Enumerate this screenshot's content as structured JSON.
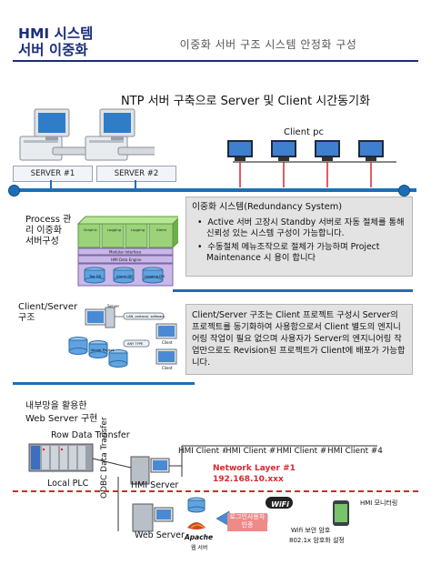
{
  "header": {
    "title_line1": "HMI 시스템",
    "title_line2": "서버 이중화",
    "subtitle": "이중화 서버 구조 시스템 안정화 구성"
  },
  "ntp": {
    "heading": "NTP 서버 구축으로  Server 및 Client 시간동기화",
    "client_pc_label": "Client  pc",
    "server1_label": "SERVER #1",
    "server2_label": "SERVER #2"
  },
  "redundancy": {
    "side_label": "Process 관\n리 이중화\n서버구성",
    "panel_title": "이중화 시스템(Redundancy System)",
    "bullets": [
      "Active 서버 고장시 Standby 서버로 자동 절체를 통해 신뢰성 있는 시스템 구성이 가능합니다.",
      "수동절체 메뉴조작으로  절체가 가능하며 Project Maintenance 시 용이 합니다"
    ],
    "diagram": {
      "engines": [
        "Graphic\nEngine",
        "Logging\nEngine",
        "Logging\nEngine",
        "Alarm\nEngine"
      ],
      "modular_interface": "Modular Interface",
      "data_engine": "HMI Data Engine",
      "dbs": [
        "Tag DB",
        "Alarm DB",
        "Logging DB"
      ]
    }
  },
  "client_server": {
    "side_label": "Client/Server\n구조",
    "panel_text": "Client/Server 구조는 Client 프로젝트 구성시 Server의 프로젝트를 동기화하여 사용함으로서 Client 별도의 엔지니어링 작업이 필요 없으며 사용자가 Server의 엔지니어링 작업만으로도 Revision된 프로젝트가 Client에 배포가 가능합니다.",
    "diagram_labels": [
      "Server",
      "LAN, protocol, software",
      "Client",
      "ANY TYPE",
      "Server\nProject",
      "Client"
    ]
  },
  "web": {
    "side_label": "내부망을 활용한\nWeb Server 구현",
    "row_data_transfer": "Row Data Transfer",
    "local_plc": "Local PLC",
    "odbc": "ODBC Data Transfer",
    "hmi_server": "HMI Server",
    "web_server": "Web Server",
    "clients": [
      "HMI Client #1",
      "HMI Client #2",
      "HMI Client #3",
      "HMI Client #4"
    ],
    "network_layer": "Network Layer #1",
    "network_ip": "192.168.10.xxx",
    "auth_label": "로그인사용자\n인증",
    "wifi_label": "WiFi",
    "wifi_security_1": "Wifi 보안 암호",
    "wifi_security_2": "802.1x 암호화 설정",
    "hmi_monitoring": "HMI 모니터링",
    "apache_label": "Apache",
    "apache_sub": "웹 서버"
  }
}
